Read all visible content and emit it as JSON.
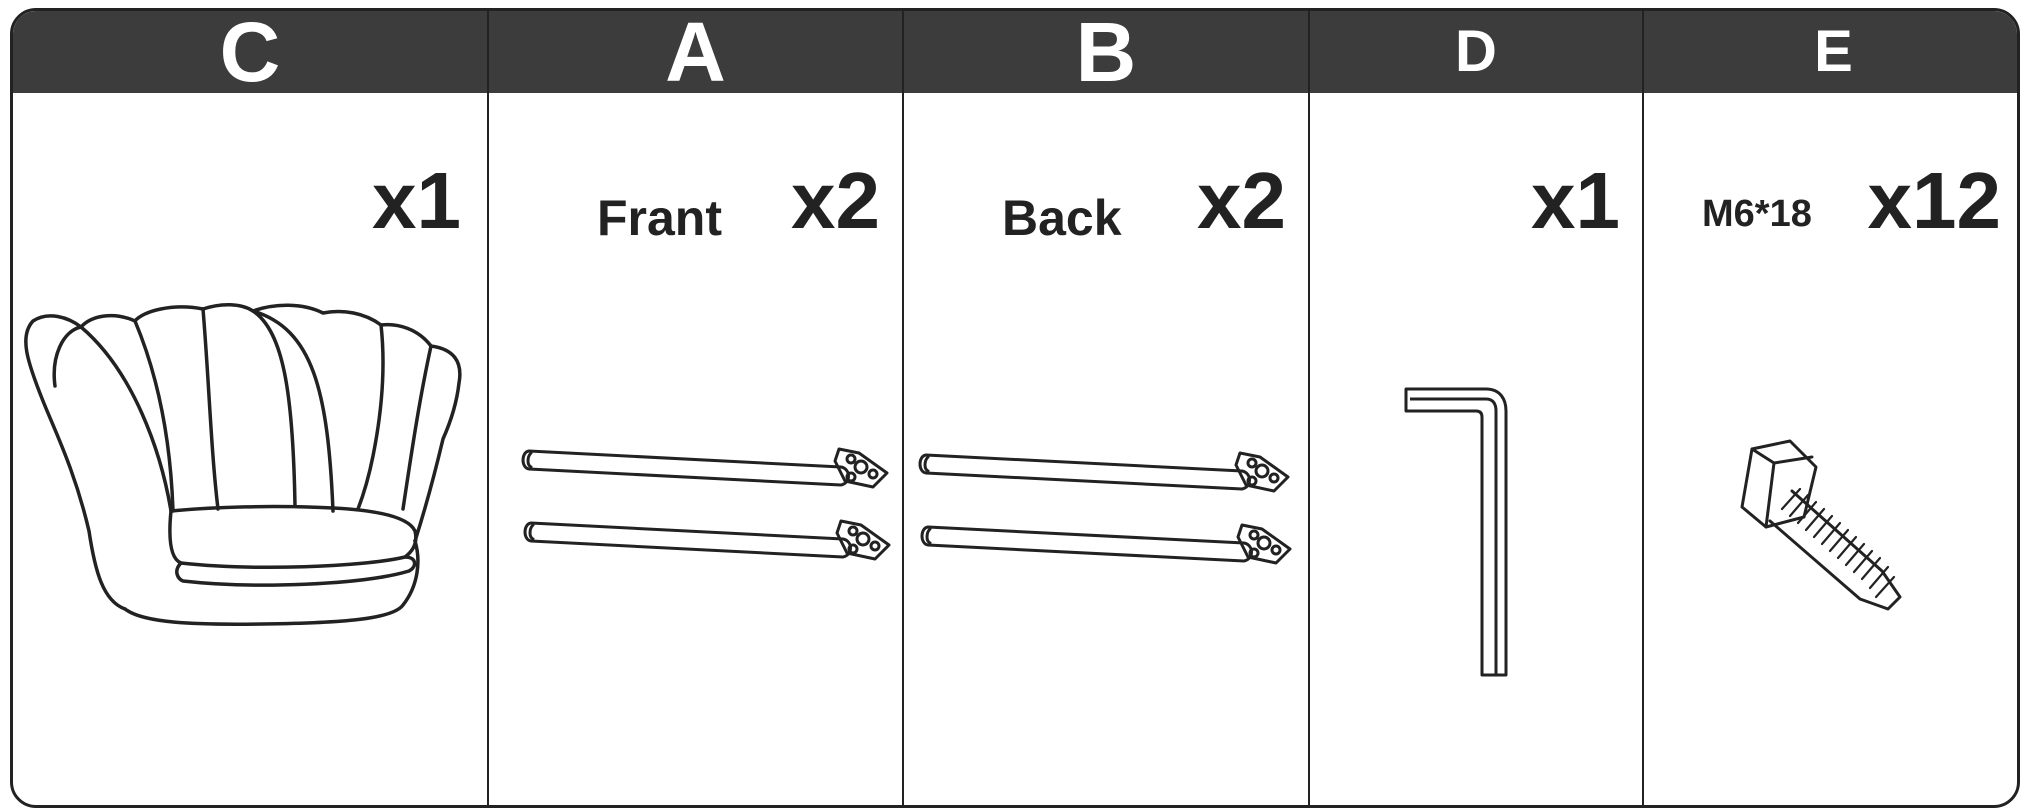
{
  "parts": [
    {
      "letter": "C",
      "label": "",
      "qty": "x1",
      "icon": "chair-seat-icon"
    },
    {
      "letter": "A",
      "label": "Frant",
      "qty": "x2",
      "icon": "front-legs-icon"
    },
    {
      "letter": "B",
      "label": "Back",
      "qty": "x2",
      "icon": "back-legs-icon"
    },
    {
      "letter": "D",
      "label": "",
      "qty": "x1",
      "icon": "allen-key-icon"
    },
    {
      "letter": "E",
      "label": "M6*18",
      "qty": "x12",
      "icon": "bolt-icon"
    }
  ],
  "colors": {
    "header": "#3c3c3c",
    "line": "#222222"
  }
}
